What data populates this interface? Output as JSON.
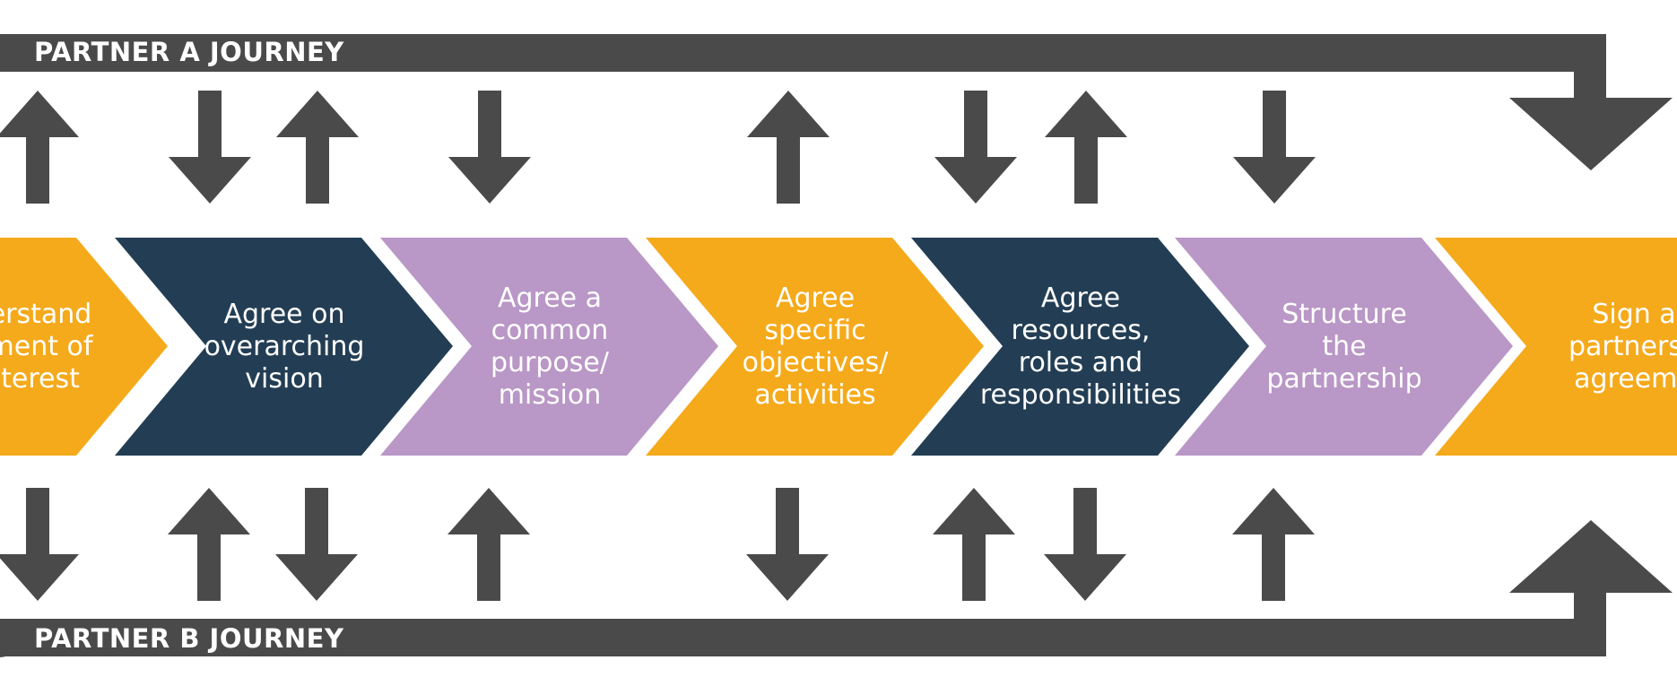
{
  "partner_a": {
    "label": "PARTNER A JOURNEY"
  },
  "partner_b": {
    "label": "PARTNER B JOURNEY"
  },
  "colors": {
    "rail": "#4a4a4a",
    "orange": "#f5aa1b",
    "navy": "#233e54",
    "lavender": "#b997c6",
    "text": "#ffffff"
  },
  "steps": [
    {
      "lines": [
        "erstand",
        "ment of",
        "terest"
      ],
      "color": "orange"
    },
    {
      "lines": [
        "Agree on",
        "overarching",
        "vision"
      ],
      "color": "navy"
    },
    {
      "lines": [
        "Agree a",
        "common",
        "purpose/",
        "mission"
      ],
      "color": "lavender"
    },
    {
      "lines": [
        "Agree",
        "specific",
        "objectives/",
        "activities"
      ],
      "color": "orange"
    },
    {
      "lines": [
        "Agree",
        "resources,",
        "roles and",
        "responsibilities"
      ],
      "color": "navy"
    },
    {
      "lines": [
        "Structure",
        "the",
        "partnership"
      ],
      "color": "lavender"
    },
    {
      "lines": [
        "Sign a",
        "partnersh",
        "agreeme"
      ],
      "color": "orange"
    }
  ],
  "top_arrows": [
    "up",
    "down",
    "up",
    "down",
    "up",
    "down",
    "up",
    "down"
  ],
  "bottom_arrows": [
    "down",
    "up",
    "down",
    "up",
    "down",
    "up",
    "down",
    "up"
  ]
}
